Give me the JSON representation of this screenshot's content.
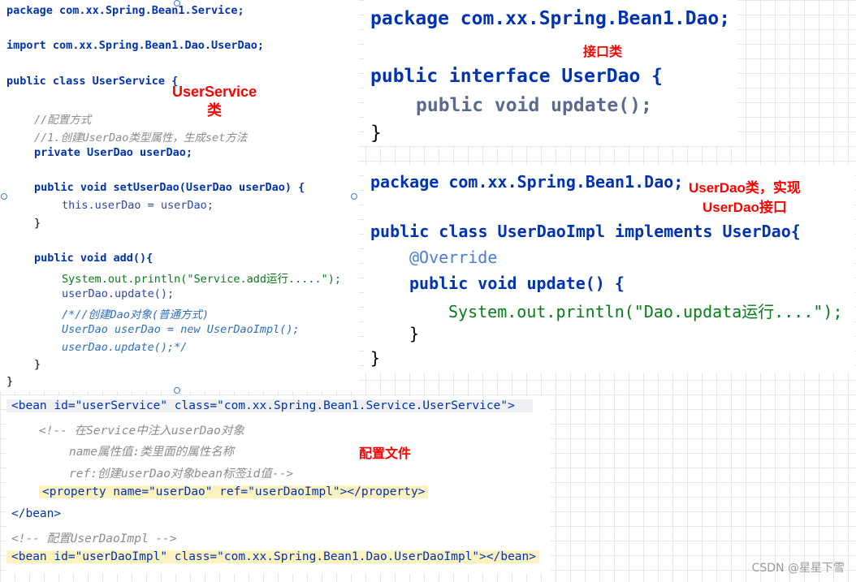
{
  "service_panel": {
    "lines": [
      "package com.xx.Spring.Bean1.Service;",
      "import com.xx.Spring.Bean1.Dao.UserDao;",
      "public class UserService {",
      "//配置方式",
      "//1.创建UserDao类型属性，生成set方法",
      "private UserDao userDao;",
      "public void setUserDao(UserDao userDao) {",
      "this.userDao = userDao;",
      "}",
      "public void add(){",
      "System.out.println(\"Service.add运行.....\");",
      "userDao.update();",
      "/*//创建Dao对象(普通方式)",
      "UserDao userDao = new UserDaoImpl();",
      "userDao.update();*/",
      "}",
      "}"
    ]
  },
  "interface_panel": {
    "lines": [
      "package com.xx.Spring.Bean1.Dao;",
      "public interface UserDao {",
      "public void update();",
      "}"
    ]
  },
  "impl_panel": {
    "lines": [
      "package com.xx.Spring.Bean1.Dao;",
      "public class UserDaoImpl implements UserDao{",
      "@Override",
      "public void update() {",
      "System.out.println(\"Dao.updata运行....\");",
      "}",
      "}"
    ]
  },
  "xml_panel": {
    "lines": [
      "<bean id=\"userService\" class=\"com.xx.Spring.Bean1.Service.UserService\">",
      "<!-- 在Service中注入userDao对象",
      "name属性值:类里面的属性名称",
      "ref:创建userDao对象bean标签id值-->",
      "<property name=\"userDao\" ref=\"userDaoImpl\"></property>",
      "</bean>",
      "<!-- 配置UserDaoImpl -->",
      "<bean id=\"userDaoImpl\" class=\"com.xx.Spring.Bean1.Dao.UserDaoImpl\"></bean>"
    ]
  },
  "notes": {
    "userservice": "UserService\n类",
    "interface": "接口类",
    "impl": "UserDao类，实现\nUserDao接口",
    "config": "配置文件"
  },
  "watermark": "CSDN @星星下雪",
  "colors": {
    "keyword": "#0033b3",
    "field": "#871094",
    "string": "#067d17",
    "comment": "#8c8c8c",
    "annotation": "#9e880d",
    "note": "#ff0000"
  }
}
